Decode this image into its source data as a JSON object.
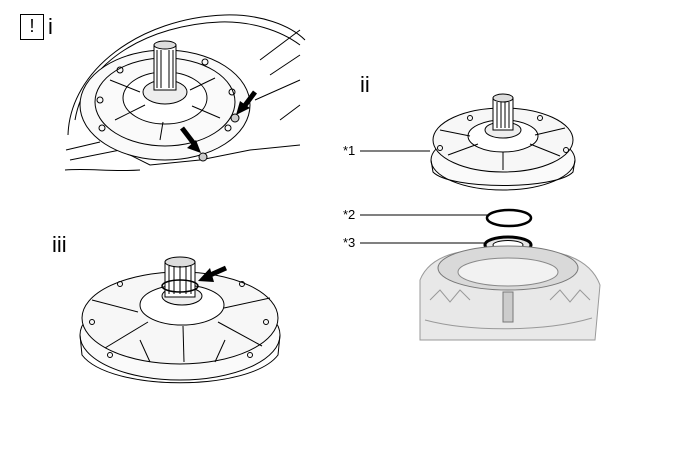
{
  "notice": {
    "symbol": "!"
  },
  "steps": {
    "step1": "i",
    "step2": "ii",
    "step3": "iii"
  },
  "callouts": {
    "c1": "*1",
    "c2": "*2",
    "c3": "*3"
  },
  "colors": {
    "line": "#000000",
    "light_line": "#555555",
    "fill_light": "#f4f4f4",
    "shade": "#d0d0d0",
    "arrow": "#000000"
  }
}
